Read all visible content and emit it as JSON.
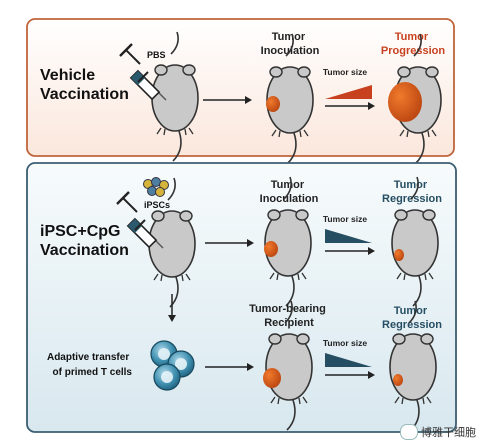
{
  "panel_top": {
    "title": "Vehicle\nVaccination",
    "injection_label": "PBS",
    "stage1": "Tumor\nInoculation",
    "tumor_size_label": "Tumor size",
    "stage2": "Tumor\nProgression",
    "border_color": "#c0643b",
    "bg_top": "#ffffff",
    "bg_bottom": "#fbe7dc",
    "accent_color": "#c8411f"
  },
  "panel_bottom": {
    "title": "iPSC+CpG\nVaccination",
    "injection_label": "iPSCs",
    "stage1": "Tumor\nInoculation",
    "tumor_size_label": "Tumor size",
    "stage2": "Tumor\nRegression",
    "transfer_label": "Adaptive transfer\nof primed T cells",
    "recipient_label": "Tumor-bearing\nRecipient",
    "tumor_size_label_2": "Tumor size",
    "stage3": "Tumor\nRegression",
    "border_color": "#3b5e70",
    "bg_top": "#ffffff",
    "bg_bottom": "#dbe9ef",
    "accent_color": "#264e63"
  },
  "watermark": "博雅干细胞"
}
